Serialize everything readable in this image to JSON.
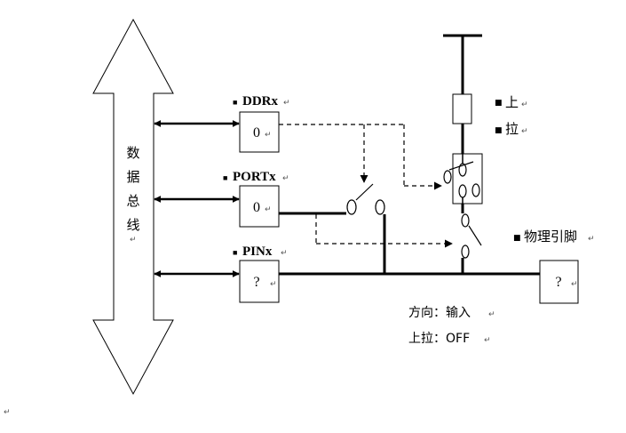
{
  "bus": {
    "label_chars": [
      "数",
      "据",
      "总",
      "线"
    ]
  },
  "registers": [
    {
      "name": "DDRx",
      "value": "0"
    },
    {
      "name": "PORTx",
      "value": "0"
    },
    {
      "name": "PINx",
      "value": "?"
    }
  ],
  "pullup": {
    "label_chars": [
      "上",
      "拉"
    ]
  },
  "pin": {
    "label": "物理引脚",
    "value": "?"
  },
  "status": {
    "direction": "方向：输入",
    "pullup": "上拉：OFF"
  },
  "marks": {
    "bullet": "■",
    "return": "↵"
  }
}
